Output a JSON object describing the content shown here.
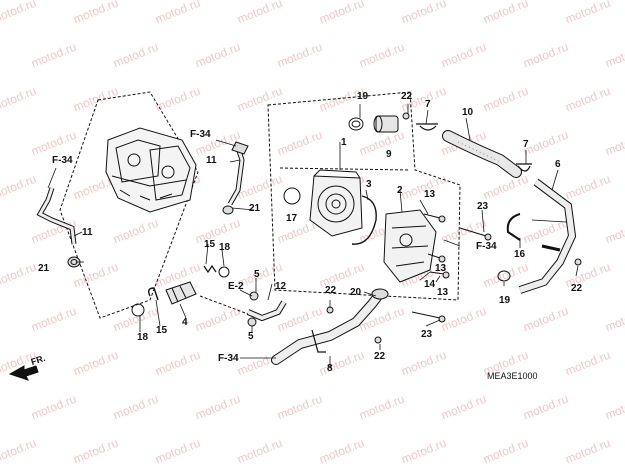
{
  "watermark": "motod.ru",
  "diagram_code": "MEA3E1000",
  "front_indicator": "FR.",
  "callouts": [
    "1",
    "2",
    "3",
    "4",
    "5",
    "5",
    "6",
    "7",
    "7",
    "8",
    "9",
    "10",
    "11",
    "11",
    "12",
    "13",
    "13",
    "13",
    "14",
    "15",
    "15",
    "16",
    "17",
    "18",
    "18",
    "19",
    "19",
    "20",
    "21",
    "21",
    "22",
    "22",
    "22",
    "22",
    "23",
    "23"
  ],
  "references": [
    "F-34",
    "F-34",
    "F-34",
    "F-34",
    "E-2"
  ],
  "colors": {
    "line": "#111111",
    "hose": "#e8e8e8",
    "watermark": "#ecc9c9"
  }
}
